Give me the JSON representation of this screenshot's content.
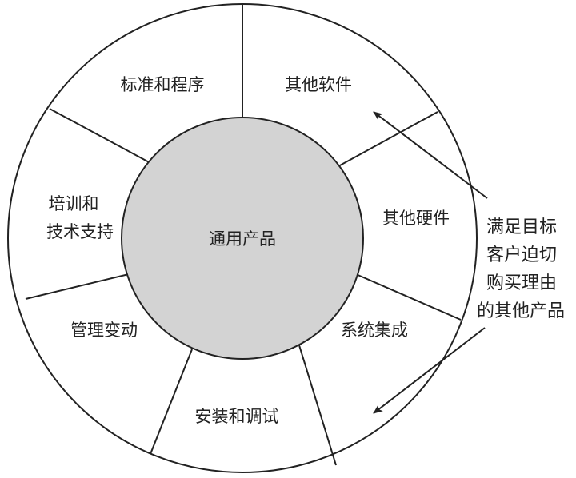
{
  "center": "通用产品",
  "segments": {
    "standards": "标准和程序",
    "other_software": "其他软件",
    "other_hardware": "其他硬件",
    "system_integration": "系统集成",
    "install_debug": "安装和调试",
    "change_management": "管理变动",
    "training_line1": "培训和",
    "training_line2": "技术支持"
  },
  "annotation": [
    "满足目标",
    "客户迫切",
    "购买理由",
    "的其他产品"
  ],
  "colors": {
    "core_fill": "#d3d3d3",
    "stroke": "#222222"
  }
}
